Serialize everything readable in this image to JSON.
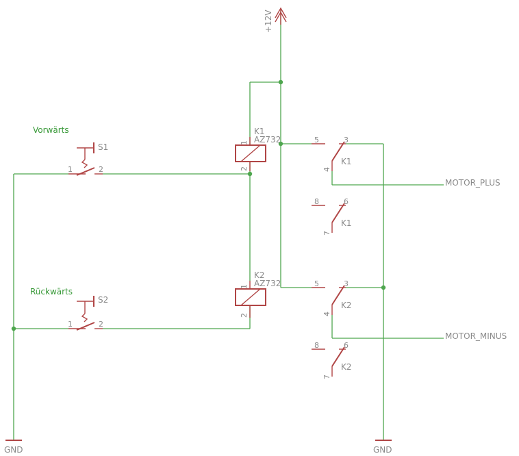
{
  "supply": {
    "label": "+12V"
  },
  "ground": {
    "left_label": "GND",
    "right_label": "GND"
  },
  "switches": {
    "s1": {
      "title": "Vorwärts",
      "name": "S1",
      "pin1": "1",
      "pin2": "2"
    },
    "s2": {
      "title": "Rückwärts",
      "name": "S2",
      "pin1": "1",
      "pin2": "2"
    }
  },
  "relays": {
    "k1": {
      "name": "K1",
      "part": "AZ732",
      "pin1": "1",
      "pin2": "2"
    },
    "k2": {
      "name": "K2",
      "part": "AZ732",
      "pin1": "1",
      "pin2": "2"
    }
  },
  "contacts": {
    "k1a": {
      "name": "K1",
      "p_nc": "5",
      "p_no": "3",
      "p_com": "4"
    },
    "k1b": {
      "name": "K1",
      "p_nc": "8",
      "p_no": "6",
      "p_com": "7"
    },
    "k2a": {
      "name": "K2",
      "p_nc": "5",
      "p_no": "3",
      "p_com": "4"
    },
    "k2b": {
      "name": "K2",
      "p_nc": "8",
      "p_no": "6",
      "p_com": "7"
    }
  },
  "nets": {
    "motor_plus": "MOTOR_PLUS",
    "motor_minus": "MOTOR_MINUS"
  }
}
